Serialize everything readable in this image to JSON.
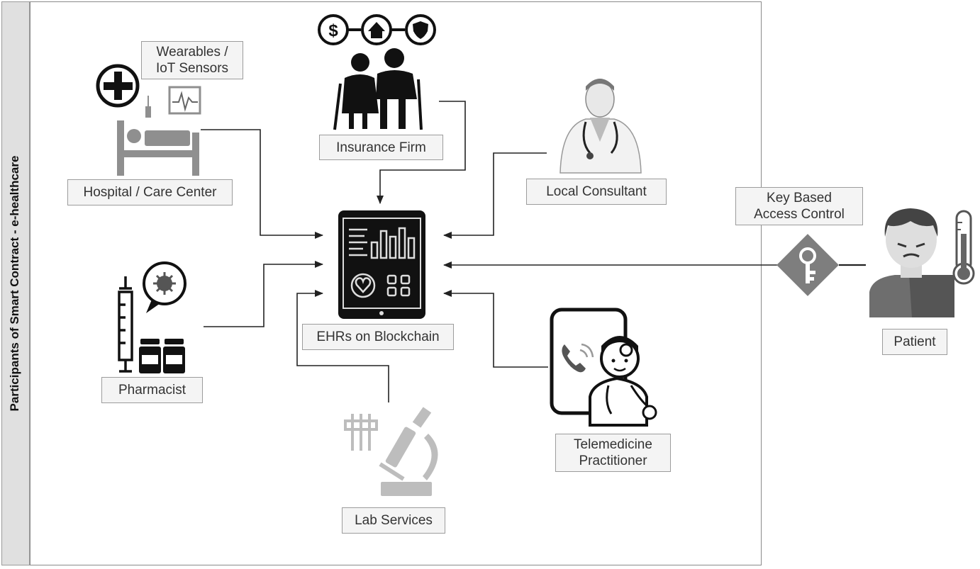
{
  "title": "Participants of Smart Contract - e-healthcare",
  "center": {
    "label": "EHRs on Blockchain"
  },
  "participants": {
    "wearables": {
      "line1": "Wearables /",
      "line2": "IoT Sensors"
    },
    "hospital": {
      "label": "Hospital / Care Center"
    },
    "insurance": {
      "label": "Insurance Firm"
    },
    "consultant": {
      "label": "Local Consultant"
    },
    "pharmacist": {
      "label": "Pharmacist"
    },
    "lab": {
      "label": "Lab Services"
    },
    "telemedicine": {
      "line1": "Telemedicine",
      "line2": "Practitioner"
    },
    "patient": {
      "label": "Patient"
    }
  },
  "access_control": {
    "line1": "Key Based",
    "line2": "Access Control"
  },
  "icons": [
    "medical-cross-icon",
    "hospital-bed-icon",
    "heart-monitor-icon",
    "dollar-icon",
    "house-icon",
    "shield-icon",
    "elderly-couple-icon",
    "doctor-icon",
    "tablet-ehr-icon",
    "syringe-icon",
    "virus-icon",
    "medicine-bottle-icon",
    "test-tubes-icon",
    "microscope-icon",
    "phone-doctor-icon",
    "key-icon",
    "sick-patient-icon",
    "thermometer-icon"
  ],
  "colors": {
    "ink": "#111111",
    "gray": "#7a7a7a",
    "light-gray": "#bdbdbd",
    "line": "#222222"
  }
}
